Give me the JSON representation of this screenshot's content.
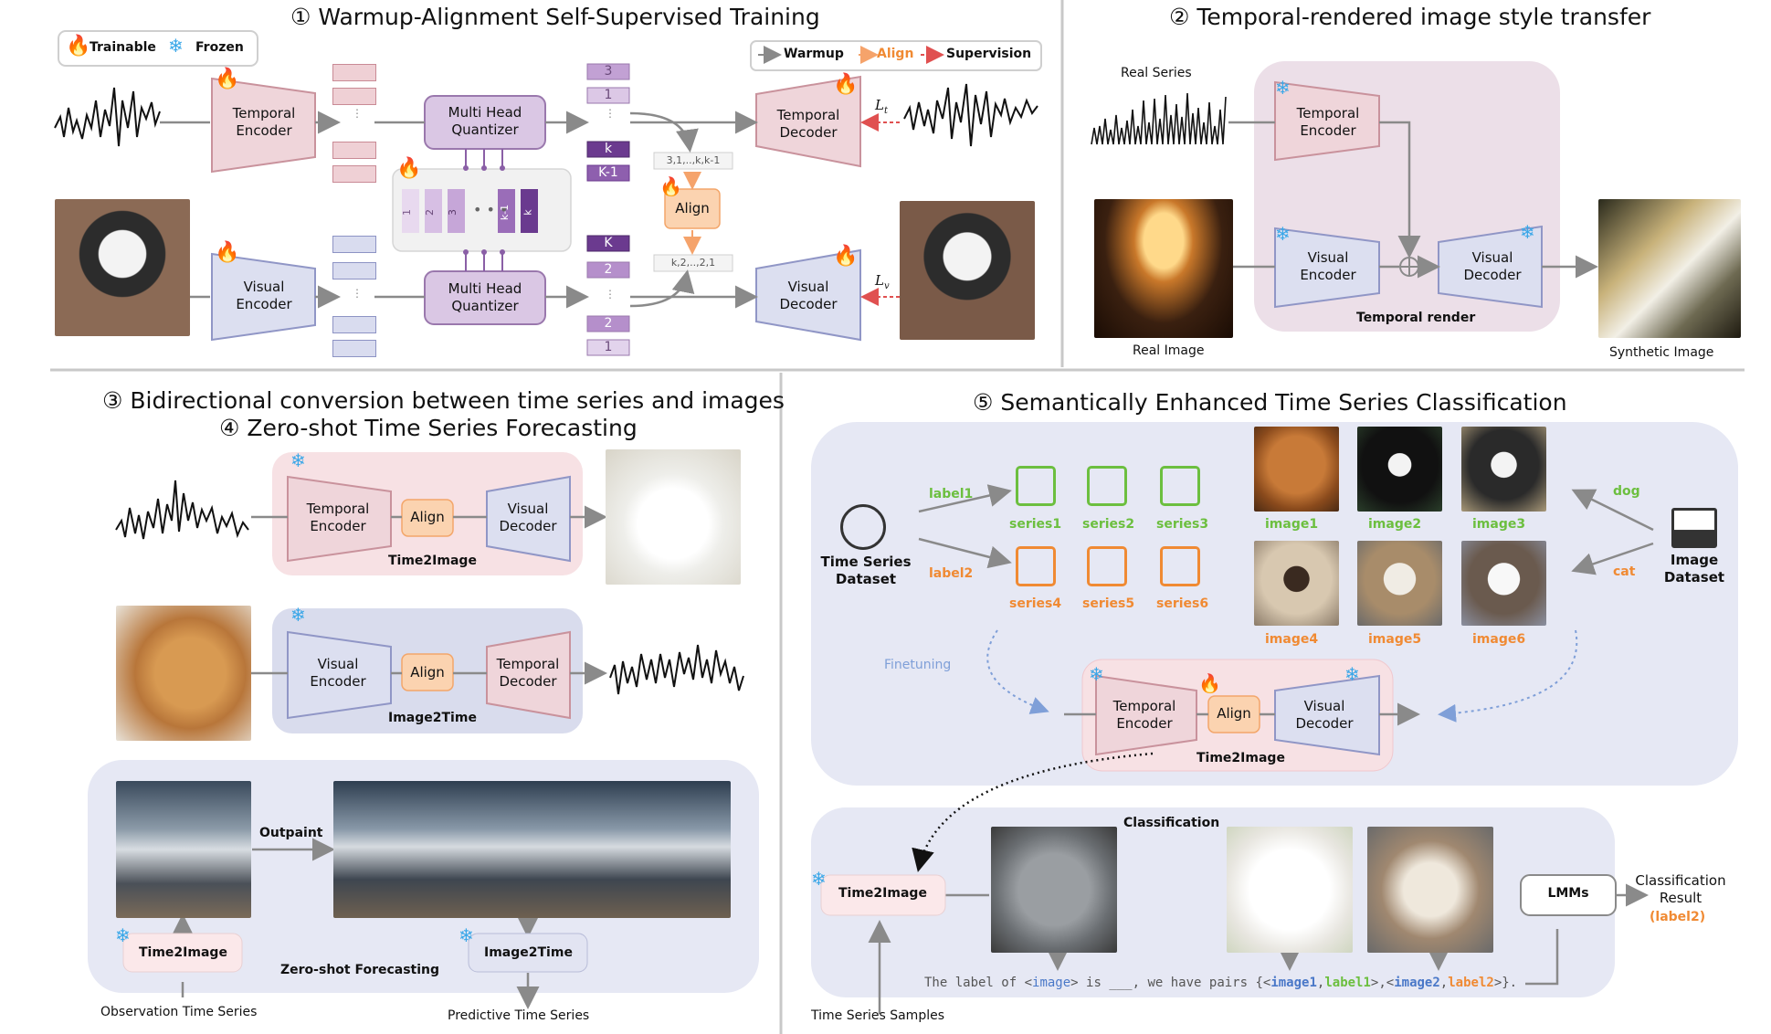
{
  "sections": {
    "s1": "① Warmup-Alignment Self-Supervised Training",
    "s2": "② Temporal-rendered image style transfer",
    "s34a": "③ Bidirectional conversion between time series and images",
    "s34b": "④ Zero-shot Time Series Forecasting",
    "s5": "⑤ Semantically Enhanced Time Series Classification"
  },
  "legend": {
    "trainable": "Trainable",
    "frozen": "Frozen",
    "warmup": "Warmup",
    "align": "Align",
    "supervision": "Supervision"
  },
  "s1": {
    "temporal_encoder": "Temporal\nEncoder",
    "visual_encoder": "Visual\nEncoder",
    "mhq_top": "Multi Head\nQuantizer",
    "mhq_bottom": "Multi Head\nQuantizer",
    "temporal_decoder": "Temporal\nDecoder",
    "visual_decoder": "Visual\nDecoder",
    "align": "Align",
    "codebook": [
      "1",
      "2",
      "3",
      "k-1",
      "k"
    ],
    "idx_top": [
      "3",
      "1",
      "k",
      "K-1"
    ],
    "idx_bottom": [
      "K",
      "2",
      "2",
      "1"
    ],
    "seq_top": "3,1,..,k,k-1",
    "seq_bottom": "k,2,..,2,1",
    "loss_t": "L",
    "loss_t_sub": "t",
    "loss_v": "L",
    "loss_v_sub": "v"
  },
  "s2": {
    "real_series": "Real Series",
    "real_image": "Real Image",
    "synthetic_image": "Synthetic Image",
    "temporal_encoder": "Temporal\nEncoder",
    "visual_encoder": "Visual\nEncoder",
    "visual_decoder": "Visual\nDecoder",
    "temporal_render": "Temporal render"
  },
  "s34": {
    "t2i_encoder": "Temporal\nEncoder",
    "t2i_align": "Align",
    "t2i_decoder": "Visual\nDecoder",
    "t2i_caption": "Time2Image",
    "i2t_encoder": "Visual\nEncoder",
    "i2t_align": "Align",
    "i2t_decoder": "Temporal\nDecoder",
    "i2t_caption": "Image2Time",
    "outpaint": "Outpaint",
    "time2image": "Time2Image",
    "image2time": "Image2Time",
    "zero_shot": "Zero-shot Forecasting",
    "observation": "Observation Time Series",
    "predictive": "Predictive Time Series"
  },
  "s5": {
    "ts_dataset": "Time Series\nDataset",
    "img_dataset": "Image\nDataset",
    "label1": "label1",
    "label2": "label2",
    "dog": "dog",
    "cat": "cat",
    "series": [
      "series1",
      "series2",
      "series3",
      "series4",
      "series5",
      "series6"
    ],
    "images": [
      "image1",
      "image2",
      "image3",
      "image4",
      "image5",
      "image6"
    ],
    "finetuning": "Finetuning",
    "temporal_encoder": "Temporal\nEncoder",
    "align": "Align",
    "visual_decoder": "Visual\nDecoder",
    "t2i_caption": "Time2Image",
    "classification": "Classification",
    "time2image": "Time2Image",
    "lmms": "LMMs",
    "result": "Classification\nResult",
    "result_label": "(label2)",
    "ts_samples": "Time Series Samples",
    "prompt": {
      "p1": "The label of <",
      "img": "image",
      "p2": "> is ___, we have pairs {<",
      "img1": "image1",
      "c1": ",",
      "lab1": "label1",
      "p3": ">,<",
      "img2": "image2",
      "c2": ",",
      "lab2": "label2",
      "p4": ">}."
    }
  },
  "colors": {
    "green": "#6cbf3f",
    "orange": "#f08a33",
    "blue": "#4a78c8",
    "flame": "#f47a1e",
    "snow": "#3aa7e8"
  }
}
